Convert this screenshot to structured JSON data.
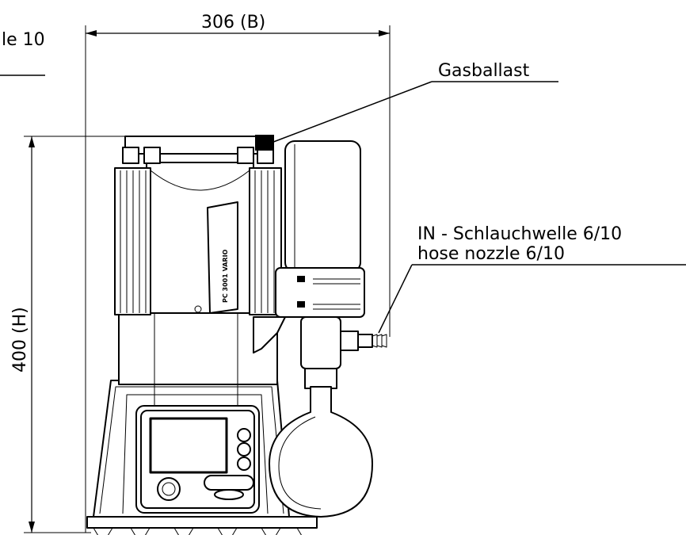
{
  "labels": {
    "top_left_fragment": "le 10",
    "width_dimension": "306 (B)",
    "height_dimension": "400 (H)",
    "gas_ballast": "Gasballast",
    "in_nozzle_de": "IN - Schlauchwelle 6/10",
    "in_nozzle_en": "hose nozzle 6/10",
    "model_badge": "PC 3001 VARIO"
  },
  "colors": {
    "line": "#000000",
    "background": "#ffffff",
    "screen_fill": "#ffffff"
  }
}
